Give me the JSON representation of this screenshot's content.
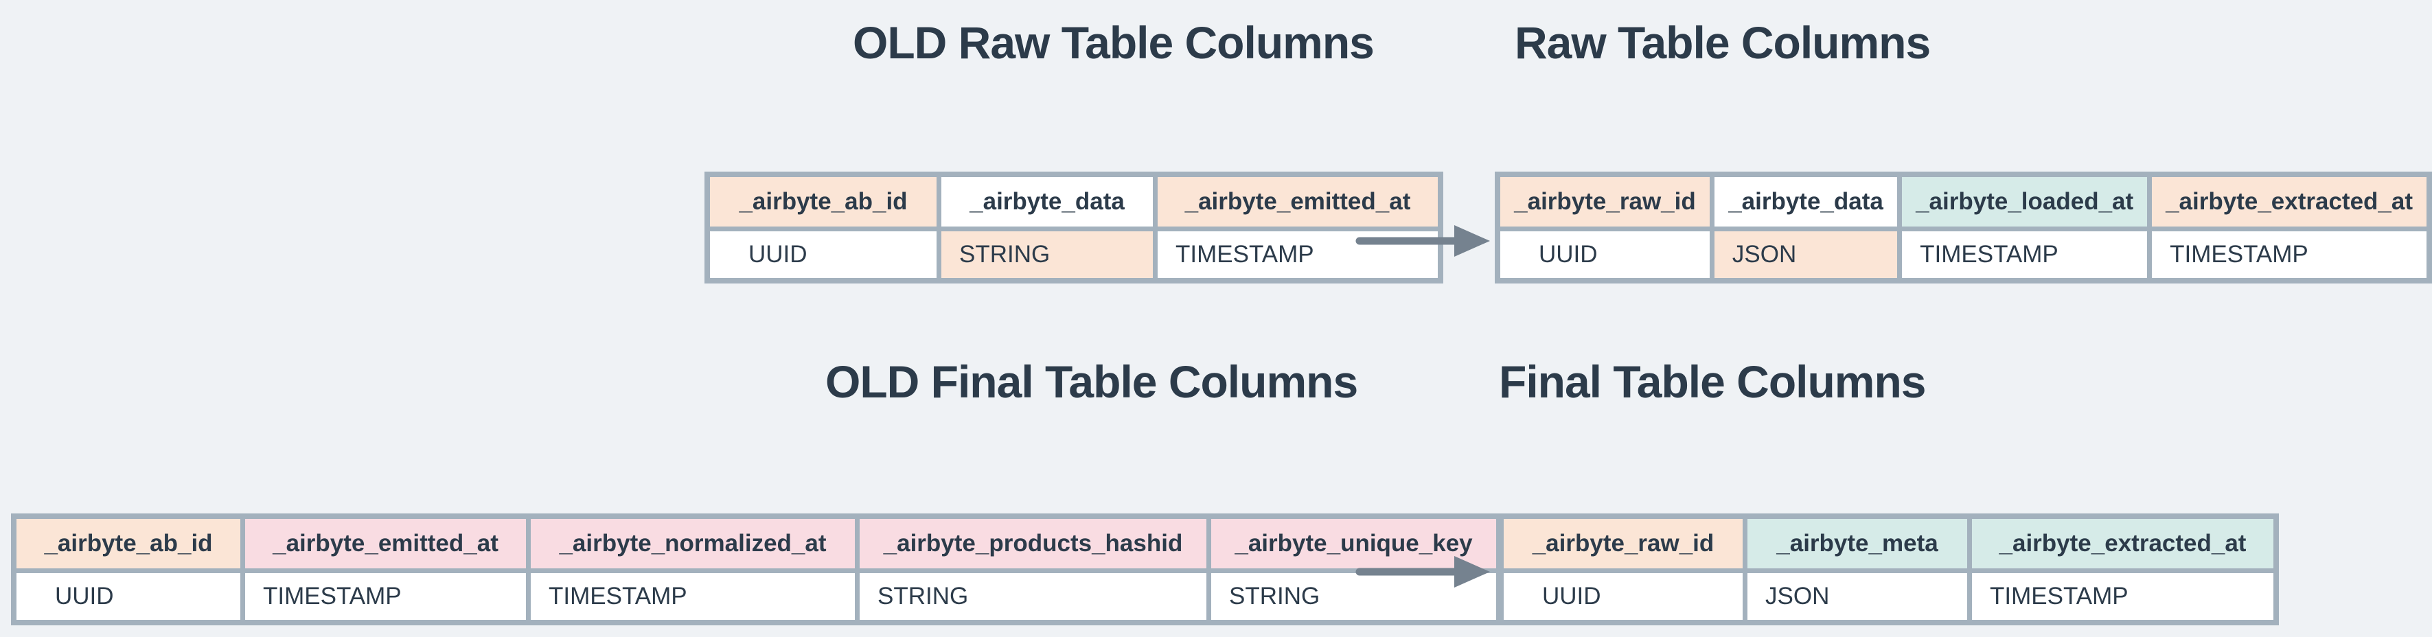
{
  "colors": {
    "background": "#eff2f5",
    "border": "#a3b1bd",
    "text": "#2c3b4a",
    "arrow": "#75828f",
    "peach": "#fbe5d6",
    "pink": "#f9dce2",
    "teal": "#d6ebe8",
    "white": "#ffffff"
  },
  "titles": {
    "old_raw": "OLD Raw Table Columns",
    "new_raw": "Raw Table Columns",
    "old_final": "OLD Final Table Columns",
    "new_final": "Final Table Columns"
  },
  "tables": [
    {
      "name": "old-raw-table-columns",
      "columns": [
        {
          "header": "_airbyte_ab_id",
          "header_color": "peach",
          "value": "UUID",
          "value_color": "white"
        },
        {
          "header": "_airbyte_data",
          "header_color": "white",
          "value": "STRING",
          "value_color": "peach"
        },
        {
          "header": "_airbyte_emitted_at",
          "header_color": "peach",
          "value": "TIMESTAMP",
          "value_color": "white"
        }
      ]
    },
    {
      "name": "raw-table-columns",
      "columns": [
        {
          "header": "_airbyte_raw_id",
          "header_color": "peach",
          "value": "UUID",
          "value_color": "white"
        },
        {
          "header": "_airbyte_data",
          "header_color": "white",
          "value": "JSON",
          "value_color": "peach"
        },
        {
          "header": "_airbyte_loaded_at",
          "header_color": "teal",
          "value": "TIMESTAMP",
          "value_color": "white"
        },
        {
          "header": "_airbyte_extracted_at",
          "header_color": "peach",
          "value": "TIMESTAMP",
          "value_color": "white"
        }
      ]
    },
    {
      "name": "old-final-table-columns",
      "columns": [
        {
          "header": "_airbyte_ab_id",
          "header_color": "peach",
          "value": "UUID",
          "value_color": "white"
        },
        {
          "header": "_airbyte_emitted_at",
          "header_color": "pink",
          "value": "TIMESTAMP",
          "value_color": "white"
        },
        {
          "header": "_airbyte_normalized_at",
          "header_color": "pink",
          "value": "TIMESTAMP",
          "value_color": "white"
        },
        {
          "header": "_airbyte_products_hashid",
          "header_color": "pink",
          "value": "STRING",
          "value_color": "white"
        },
        {
          "header": "_airbyte_unique_key",
          "header_color": "pink",
          "value": "STRING",
          "value_color": "white"
        }
      ]
    },
    {
      "name": "final-table-columns",
      "columns": [
        {
          "header": "_airbyte_raw_id",
          "header_color": "peach",
          "value": "UUID",
          "value_color": "white"
        },
        {
          "header": "_airbyte_meta",
          "header_color": "teal",
          "value": "JSON",
          "value_color": "white"
        },
        {
          "header": "_airbyte_extracted_at",
          "header_color": "teal",
          "value": "TIMESTAMP",
          "value_color": "white"
        }
      ]
    }
  ],
  "arrows": [
    {
      "name": "raw-table-migration-arrow"
    },
    {
      "name": "final-table-migration-arrow"
    }
  ]
}
